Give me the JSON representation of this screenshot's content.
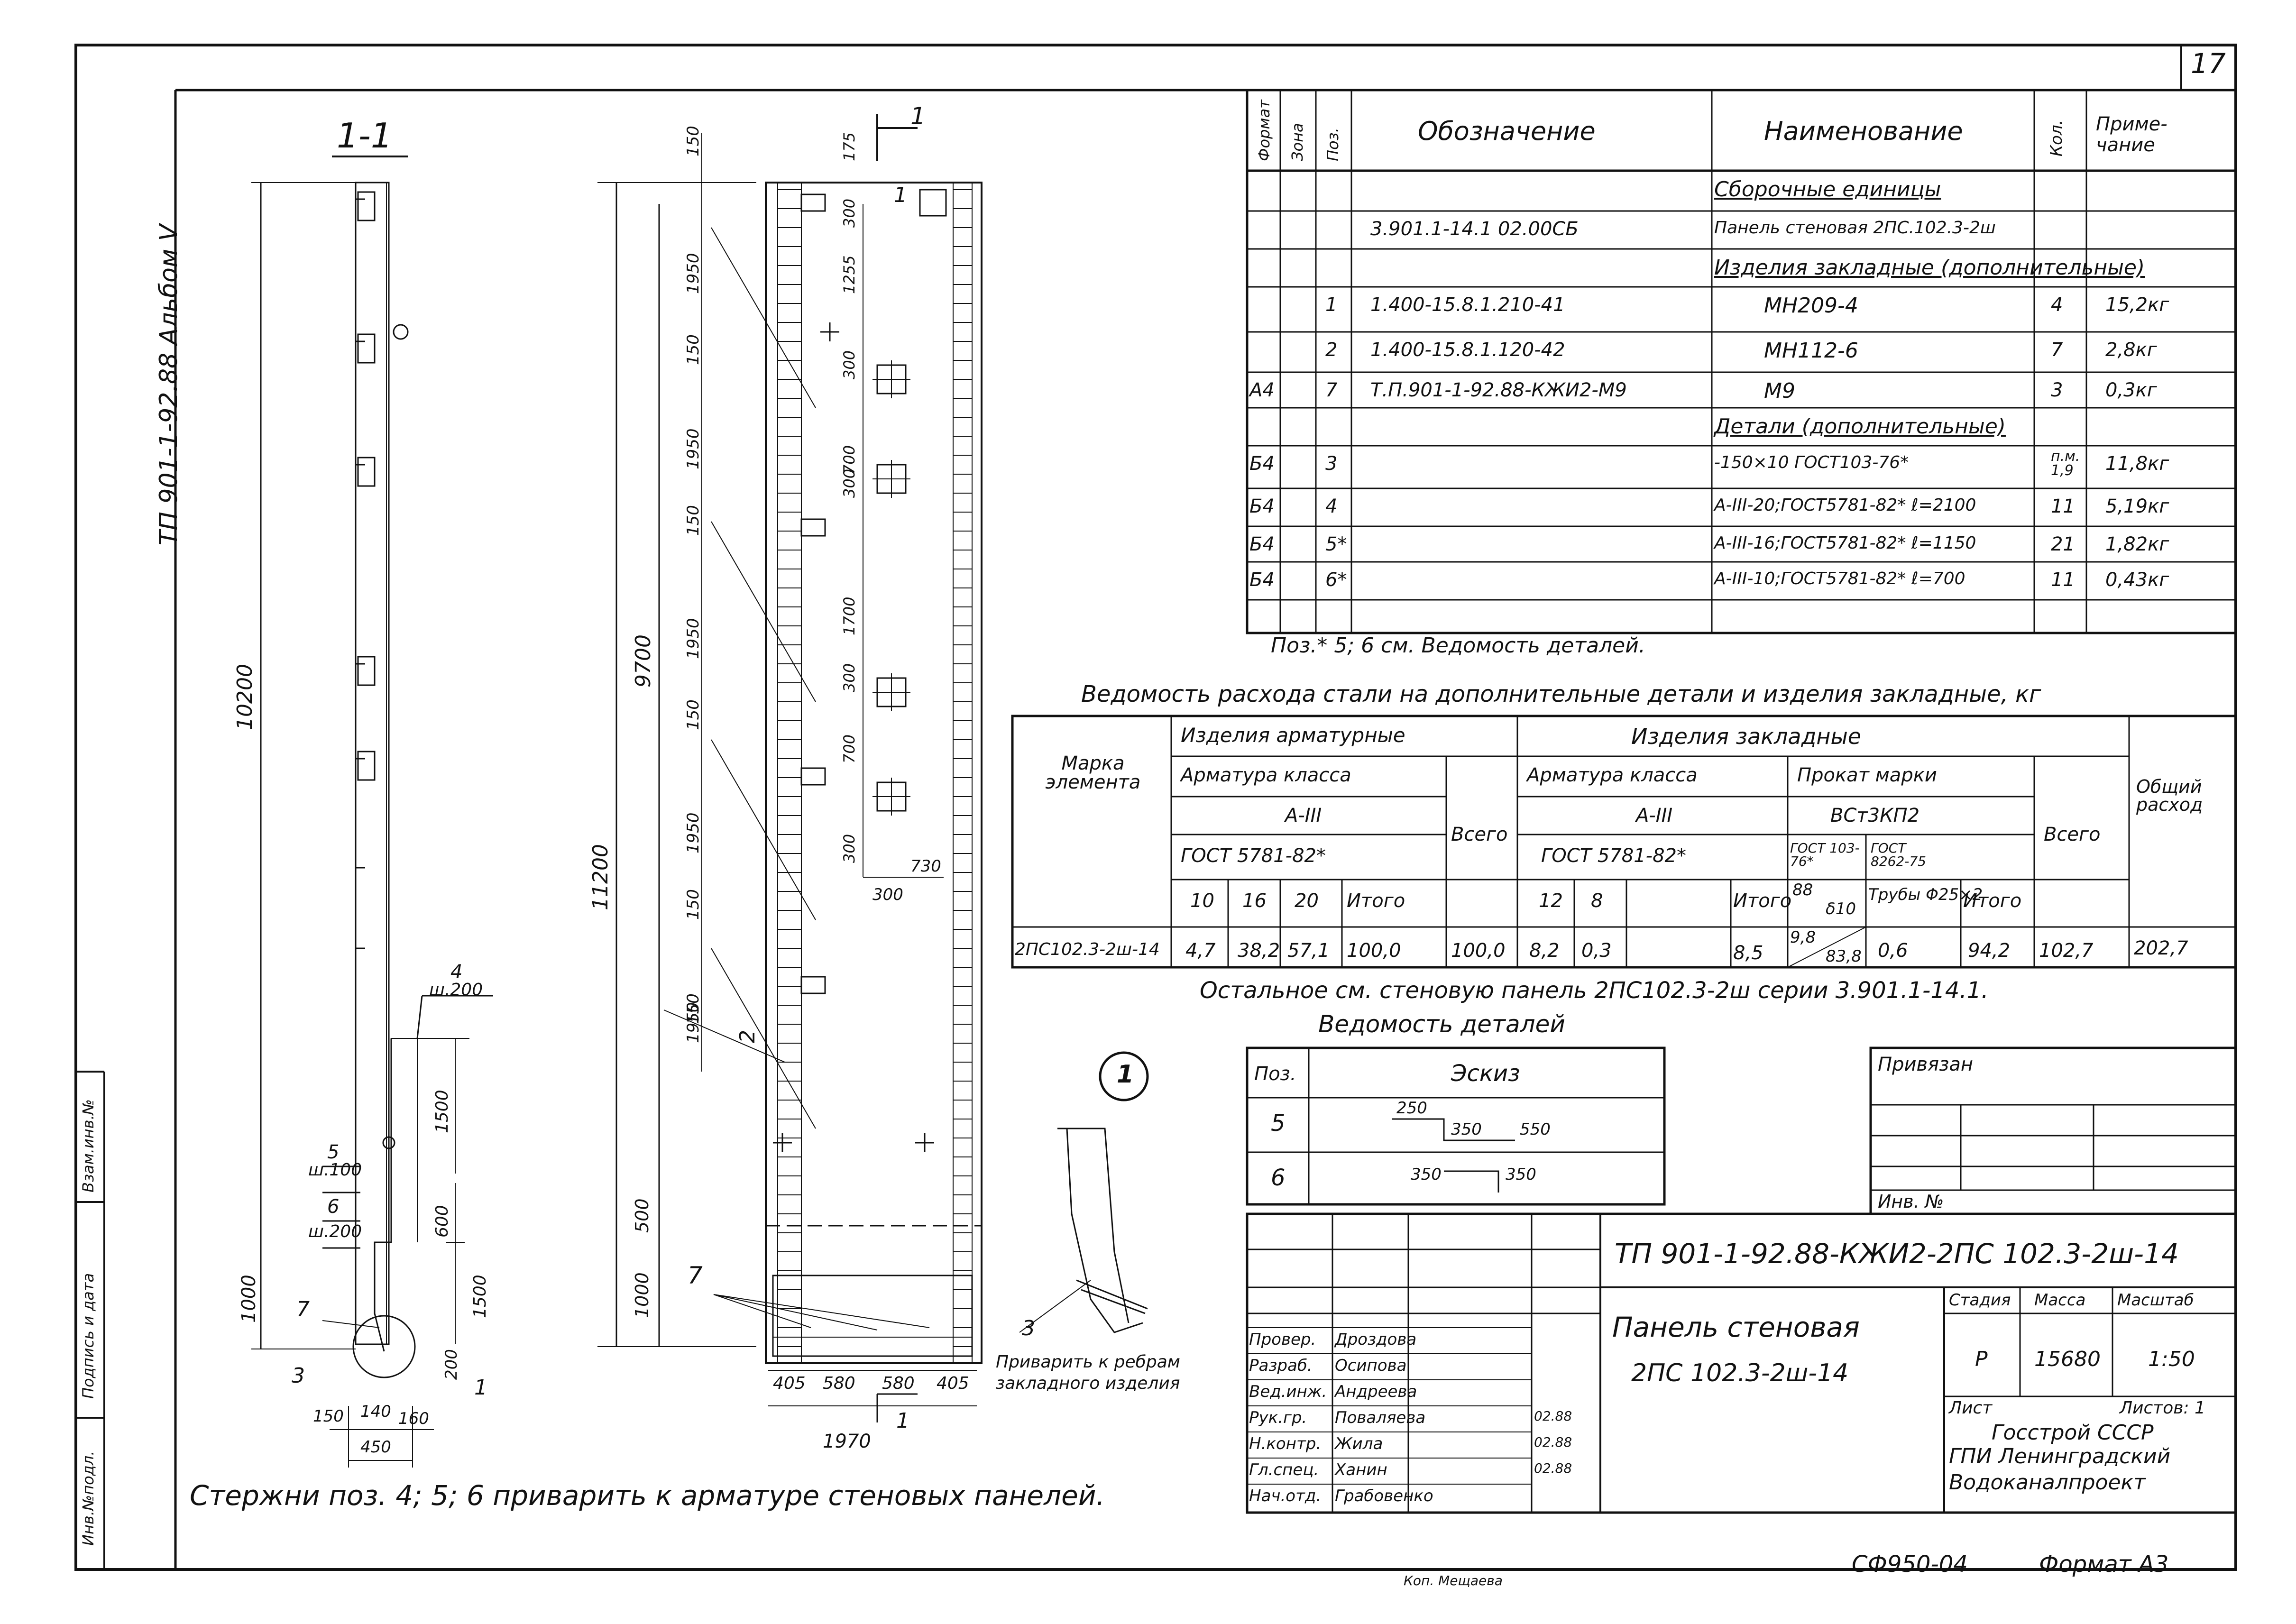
{
  "sheet": {
    "number": "17",
    "format_code": "СФ950-04",
    "format_label": "Формат А3",
    "copied_by": "Коп. Мещаева",
    "album": "ТП 901-1-92.88  Альбом V"
  },
  "section": {
    "title": "1-1",
    "marker": "1",
    "length_10200": "10200",
    "length_11200": "11200",
    "length_9700": "9700",
    "dims_left": [
      "150",
      "1950",
      "150",
      "1950",
      "150",
      "1950",
      "150",
      "1950",
      "150",
      "1950",
      "150"
    ],
    "dims_right": [
      "175",
      "300",
      "1255",
      "300",
      "700",
      "300",
      "1700",
      "300",
      "700",
      "300",
      "730",
      "300"
    ],
    "dim_500": "500",
    "dim_1000": "1000",
    "bottom_dims": [
      "405",
      "580",
      "580",
      "405"
    ],
    "bottom_total": "1970",
    "left_bottom": [
      "150",
      "140",
      "160",
      "450",
      "200",
      "1000",
      "600",
      "1500",
      "1500"
    ],
    "labels": {
      "p4": "4",
      "p4s": "ш.200",
      "p5": "5",
      "p5s": "ш.100",
      "p6": "6",
      "p6s": "ш.200",
      "p7": "7",
      "p3": "3",
      "p1": "1",
      "p2": "2",
      "p7b": "7"
    }
  },
  "detail": {
    "circle": "1",
    "pos": "3",
    "caption_1": "Приварить к ребрам",
    "caption_2": "закладного изделия"
  },
  "spec": {
    "headers": [
      "Формат",
      "Зона",
      "Поз.",
      "Обозначение",
      "Наименование",
      "Кол.",
      "Приме-\nчание"
    ],
    "rows": [
      [
        "",
        "",
        "",
        "",
        "Сборочные единицы",
        "",
        ""
      ],
      [
        "",
        "",
        "",
        "3.901.1-14.1  02.00СБ",
        "Панель стеновая 2ПС.102.3-2ш",
        "",
        ""
      ],
      [
        "",
        "",
        "",
        "",
        "Изделия закладные (дополнительные)",
        "",
        ""
      ],
      [
        "",
        "",
        "1",
        "1.400-15.8.1.210-41",
        "МН209-4",
        "4",
        "15,2кг"
      ],
      [
        "",
        "",
        "2",
        "1.400-15.8.1.120-42",
        "МН112-6",
        "7",
        "2,8кг"
      ],
      [
        "А4",
        "",
        "7",
        "Т.П.901-1-92.88-КЖИ2-М9",
        "М9",
        "3",
        "0,3кг"
      ],
      [
        "",
        "",
        "",
        "",
        "Детали (дополнительные)",
        "",
        ""
      ],
      [
        "Б4",
        "",
        "3",
        "",
        "-150×10 ГОСТ103-76*",
        "п.м.\n1,9",
        "11,8кг"
      ],
      [
        "Б4",
        "",
        "4",
        "",
        "А-III-20;ГОСТ5781-82* ℓ=2100",
        "11",
        "5,19кг"
      ],
      [
        "Б4",
        "",
        "5*",
        "",
        "А-III-16;ГОСТ5781-82* ℓ=1150",
        "21",
        "1,82кг"
      ],
      [
        "Б4",
        "",
        "6*",
        "",
        "А-III-10;ГОСТ5781-82* ℓ=700",
        "11",
        "0,43кг"
      ]
    ],
    "footnote": "Поз.* 5; 6  см. Ведомость деталей."
  },
  "steel": {
    "title": "Ведомость расхода стали на дополнительные детали и изделия закладные, кг",
    "mark_header": "Марка элемента",
    "arm_header": "Изделия арматурные",
    "emb_header": "Изделия закладные",
    "arm_class": "Арматура класса",
    "a3": "А-III",
    "gost5781": "ГОСТ 5781-82*",
    "prokat": "Прокат марки",
    "steel_grade": "ВСт3КП2",
    "gost103": "ГОСТ 103-76*",
    "gost8": "ГОСТ 8262-75",
    "s88": "88",
    "s810": "δ10",
    "truby": "Трубы Φ25×2",
    "total": "Всего",
    "grand": "Общий расход",
    "itogo": "Итого",
    "diams_arm": [
      "10",
      "16",
      "20"
    ],
    "diams_emb": [
      "12",
      "8"
    ],
    "row": {
      "mark": "2ПС102.3-2ш-14",
      "v": [
        "4,7",
        "38,2",
        "57,1",
        "100,0",
        "100,0",
        "8,2",
        "0,3",
        "",
        "8,5",
        "9,8",
        "83,8",
        "0,6",
        "94,2",
        "102,7",
        "202,7"
      ]
    },
    "note": "Остальное см. стеновую панель 2ПС102.3-2ш серии 3.901.1-14.1."
  },
  "details": {
    "title": "Ведомость деталей",
    "headers": [
      "Поз.",
      "Эскиз"
    ],
    "rows": [
      {
        "pos": "5",
        "a": "250",
        "b": "350",
        "c": "550"
      },
      {
        "pos": "6",
        "a": "350",
        "b": "350"
      }
    ]
  },
  "binding": {
    "title": "Привязан",
    "inv": "Инв. №"
  },
  "stamp": {
    "code": "ТП 901-1-92.88-КЖИ2-2ПС 102.3-2ш-14",
    "name_1": "Панель стеновая",
    "name_2": "2ПС 102.3-2ш-14",
    "stage_h": "Стадия",
    "mass_h": "Масса",
    "scale_h": "Масштаб",
    "stage": "Р",
    "mass": "15680",
    "scale": "1:50",
    "sheet": "Лист",
    "sheets": "Листов: 1",
    "org_1": "Госстрой СССР",
    "org_2": "ГПИ Ленинградский",
    "org_3": "Водоканалпроект",
    "people": [
      {
        "role": "Провер.",
        "name": "Дроздова",
        "date": ""
      },
      {
        "role": "Разраб.",
        "name": "Осипова",
        "date": ""
      },
      {
        "role": "Вед.инж.",
        "name": "Андреева",
        "date": ""
      },
      {
        "role": "Рук.гр.",
        "name": "Поваляева",
        "date": "02.88"
      },
      {
        "role": "Н.контр.",
        "name": "Жила",
        "date": "02.88"
      },
      {
        "role": "Гл.спец.",
        "name": "Ханин",
        "date": "02.88"
      },
      {
        "role": "Нач.отд.",
        "name": "Грабовенко",
        "date": ""
      }
    ]
  },
  "left_strip": [
    "Инв.№подл.",
    "Подпись и дата",
    "Взам.инв.№"
  ],
  "bottom_note": "Стержни поз. 4; 5; 6 приварить к арматуре стеновых панелей."
}
